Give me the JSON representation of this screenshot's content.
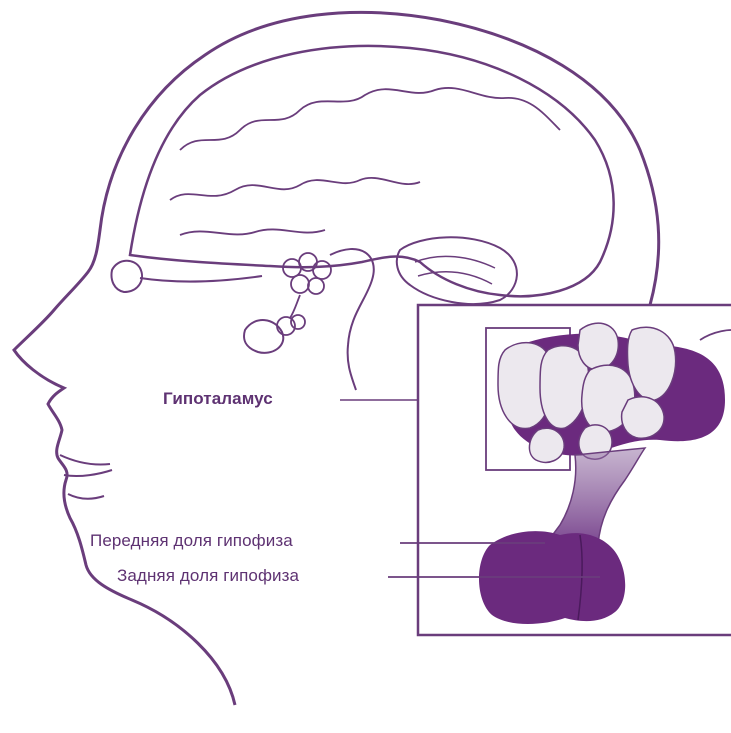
{
  "labels": {
    "hypothalamus": "Гипоталамус",
    "anterior_pituitary": "Передняя доля гипофиза",
    "posterior_pituitary": "Задняя доля гипофиза"
  },
  "colors": {
    "line": "#6a3d7c",
    "fill_dark": "#6b2a7e",
    "fill_light": "#ece8ee",
    "text": "#5e3272"
  }
}
